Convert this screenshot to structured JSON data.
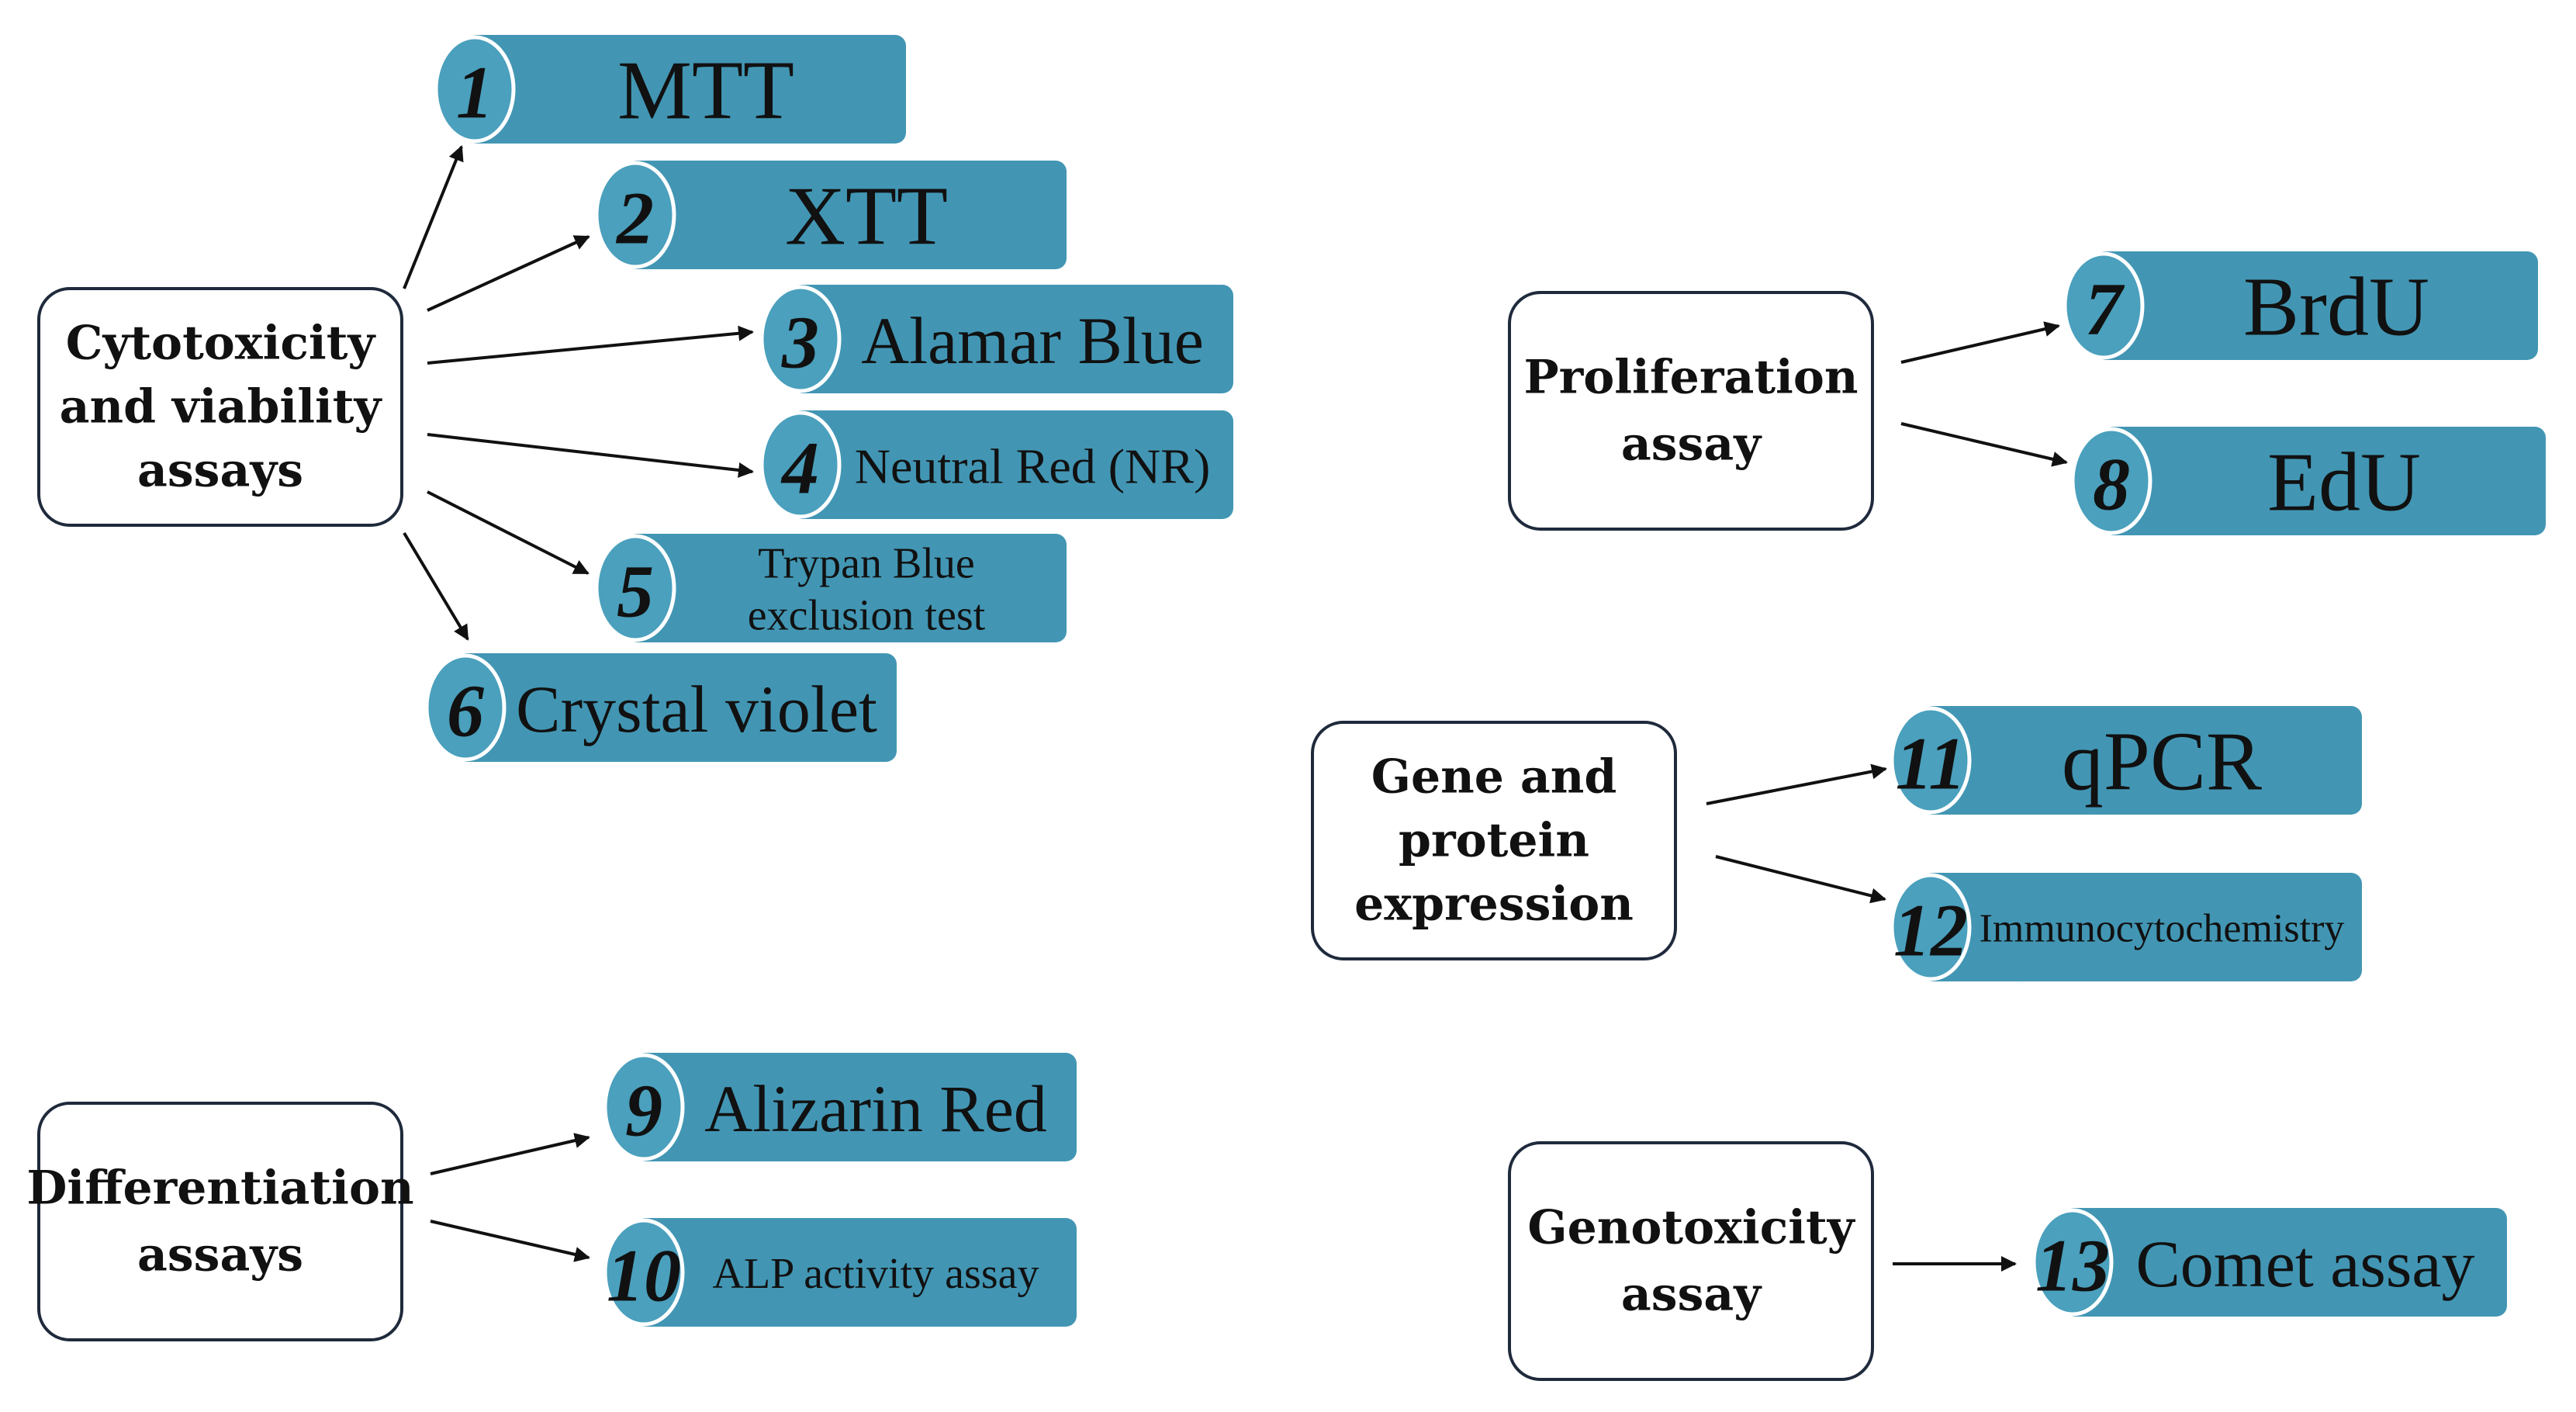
{
  "categories": [
    {
      "id": "cytotoxicity",
      "lines": [
        "Cytotoxicity",
        "and viability",
        "assays"
      ]
    },
    {
      "id": "proliferation",
      "lines": [
        "Proliferation",
        "assay"
      ]
    },
    {
      "id": "gene-protein",
      "lines": [
        "Gene and",
        "protein",
        "expression"
      ]
    },
    {
      "id": "differentiation",
      "lines": [
        "Differentiation",
        "assays"
      ]
    },
    {
      "id": "genotoxicity",
      "lines": [
        "Genotoxicity",
        "assay"
      ]
    }
  ],
  "assays": [
    {
      "number": "1",
      "lines": [
        "MTT"
      ],
      "category": "cytotoxicity"
    },
    {
      "number": "2",
      "lines": [
        "XTT"
      ],
      "category": "cytotoxicity"
    },
    {
      "number": "3",
      "lines": [
        "Alamar Blue"
      ],
      "category": "cytotoxicity"
    },
    {
      "number": "4",
      "lines": [
        "Neutral Red (NR)"
      ],
      "category": "cytotoxicity"
    },
    {
      "number": "5",
      "lines": [
        "Trypan Blue",
        "exclusion test"
      ],
      "category": "cytotoxicity"
    },
    {
      "number": "6",
      "lines": [
        "Crystal violet"
      ],
      "category": "cytotoxicity"
    },
    {
      "number": "7",
      "lines": [
        "BrdU"
      ],
      "category": "proliferation"
    },
    {
      "number": "8",
      "lines": [
        "EdU"
      ],
      "category": "proliferation"
    },
    {
      "number": "9",
      "lines": [
        "Alizarin Red"
      ],
      "category": "differentiation"
    },
    {
      "number": "10",
      "lines": [
        "ALP activity assay"
      ],
      "category": "differentiation"
    },
    {
      "number": "11",
      "lines": [
        "qPCR"
      ],
      "category": "gene-protein"
    },
    {
      "number": "12",
      "lines": [
        "Immunocytochemistry"
      ],
      "category": "gene-protein"
    },
    {
      "number": "13",
      "lines": [
        "Comet assay"
      ],
      "category": "genotoxicity"
    }
  ],
  "colors": {
    "pill": "#4296b4",
    "pill_cap": "#4aa0bd",
    "box_border": "#1f2a3c",
    "text": "#111111"
  }
}
